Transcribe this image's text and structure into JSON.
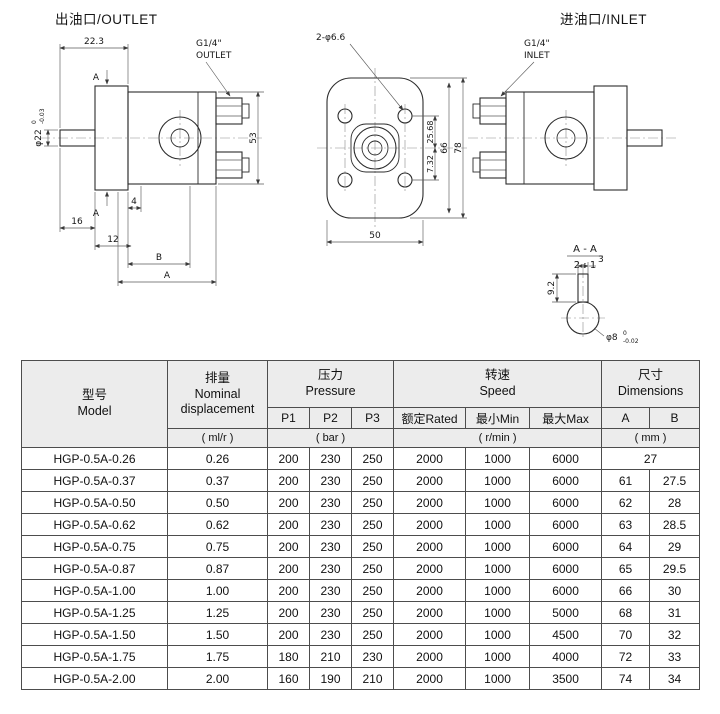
{
  "page": {
    "outlet_title": "出油口/OUTLET",
    "inlet_title": "进油口/INLET"
  },
  "views": {
    "outlet": {
      "dim_width": "22.3",
      "port_line1": "G1/4\"",
      "port_line2": "OUTLET",
      "section_mark_top": "A",
      "section_mark_bottom": "A",
      "shaft_dia": "φ22",
      "shaft_tol_top": "0",
      "shaft_tol_bottom": "-0.03",
      "dim_height": "53",
      "dim_4": "4",
      "dim_16": "16",
      "dim_12": "12",
      "dim_b": "B",
      "dim_a": "A"
    },
    "front": {
      "dim_holes": "2-φ6.6",
      "dim_25_68": "25.68",
      "dim_7_32": "7.32",
      "dim_66": "66",
      "dim_78": "78",
      "dim_50": "50"
    },
    "inlet": {
      "port_line1": "G1/4\"",
      "port_line2": "INLET"
    },
    "section": {
      "label": "A - A",
      "scale": "2 : 1",
      "dim_3": "3",
      "dim_9_2": "9.2",
      "dim_dia": "φ8",
      "tol_top": "0",
      "tol_bottom": "-0.02"
    }
  },
  "table": {
    "header": {
      "model_cn": "型号",
      "model_en": "Model",
      "disp_cn": "排量",
      "disp_en1": "Nominal",
      "disp_en2": "displacement",
      "unit_disp": "( ml/r )",
      "pressure_cn": "压力",
      "pressure_en": "Pressure",
      "p1": "P1",
      "p2": "P2",
      "p3": "P3",
      "unit_pressure": "( bar )",
      "speed_cn": "转速",
      "speed_en": "Speed",
      "rated": "额定Rated",
      "min": "最小Min",
      "max": "最大Max",
      "unit_speed": "( r/min )",
      "dims_cn": "尺寸",
      "dims_en": "Dimensions",
      "a": "A",
      "b": "B",
      "unit_dims": "( mm )"
    },
    "rows": [
      {
        "model": "HGP-0.5A-0.26",
        "disp": "0.26",
        "p1": "200",
        "p2": "230",
        "p3": "250",
        "rated": "2000",
        "min": "1000",
        "max": "6000",
        "ab": "27"
      },
      {
        "model": "HGP-0.5A-0.37",
        "disp": "0.37",
        "p1": "200",
        "p2": "230",
        "p3": "250",
        "rated": "2000",
        "min": "1000",
        "max": "6000",
        "a": "61",
        "b": "27.5"
      },
      {
        "model": "HGP-0.5A-0.50",
        "disp": "0.50",
        "p1": "200",
        "p2": "230",
        "p3": "250",
        "rated": "2000",
        "min": "1000",
        "max": "6000",
        "a": "62",
        "b": "28"
      },
      {
        "model": "HGP-0.5A-0.62",
        "disp": "0.62",
        "p1": "200",
        "p2": "230",
        "p3": "250",
        "rated": "2000",
        "min": "1000",
        "max": "6000",
        "a": "63",
        "b": "28.5"
      },
      {
        "model": "HGP-0.5A-0.75",
        "disp": "0.75",
        "p1": "200",
        "p2": "230",
        "p3": "250",
        "rated": "2000",
        "min": "1000",
        "max": "6000",
        "a": "64",
        "b": "29"
      },
      {
        "model": "HGP-0.5A-0.87",
        "disp": "0.87",
        "p1": "200",
        "p2": "230",
        "p3": "250",
        "rated": "2000",
        "min": "1000",
        "max": "6000",
        "a": "65",
        "b": "29.5"
      },
      {
        "model": "HGP-0.5A-1.00",
        "disp": "1.00",
        "p1": "200",
        "p2": "230",
        "p3": "250",
        "rated": "2000",
        "min": "1000",
        "max": "6000",
        "a": "66",
        "b": "30"
      },
      {
        "model": "HGP-0.5A-1.25",
        "disp": "1.25",
        "p1": "200",
        "p2": "230",
        "p3": "250",
        "rated": "2000",
        "min": "1000",
        "max": "5000",
        "a": "68",
        "b": "31"
      },
      {
        "model": "HGP-0.5A-1.50",
        "disp": "1.50",
        "p1": "200",
        "p2": "230",
        "p3": "250",
        "rated": "2000",
        "min": "1000",
        "max": "4500",
        "a": "70",
        "b": "32"
      },
      {
        "model": "HGP-0.5A-1.75",
        "disp": "1.75",
        "p1": "180",
        "p2": "210",
        "p3": "230",
        "rated": "2000",
        "min": "1000",
        "max": "4000",
        "a": "72",
        "b": "33"
      },
      {
        "model": "HGP-0.5A-2.00",
        "disp": "2.00",
        "p1": "160",
        "p2": "190",
        "p3": "210",
        "rated": "2000",
        "min": "1000",
        "max": "3500",
        "a": "74",
        "b": "34"
      }
    ]
  }
}
